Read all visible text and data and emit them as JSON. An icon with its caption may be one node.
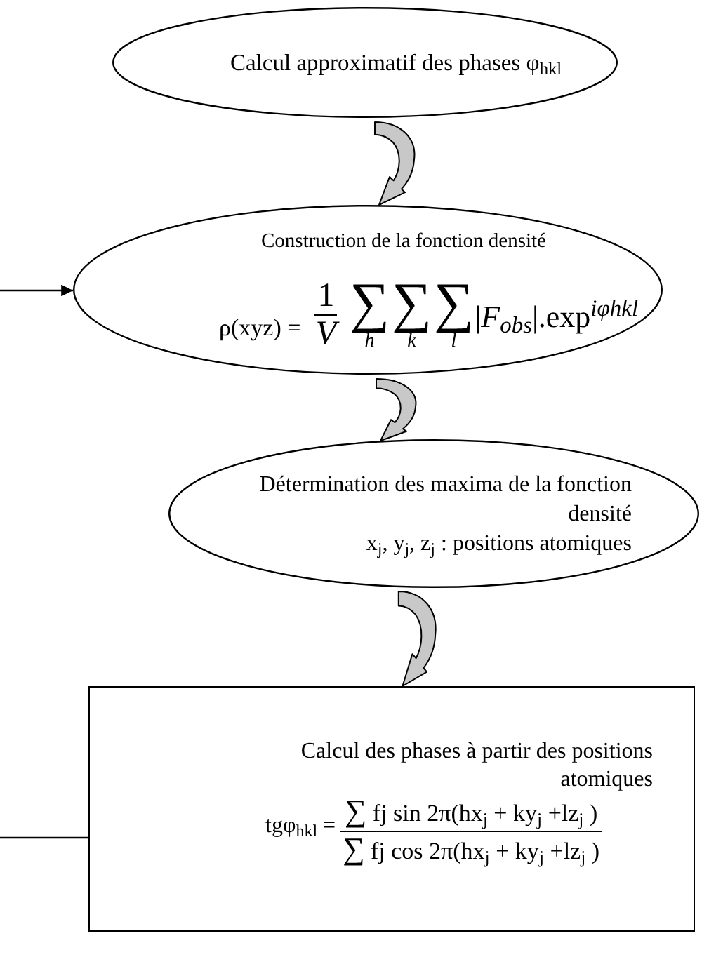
{
  "diagram": {
    "nodes": [
      {
        "text": [
          "Calcul approximatif des phases φ$_{hkl}$"
        ]
      },
      {
        "text": [
          "Construction de la fonction densité",
          "ρ(xyz) =",
          "1",
          "V",
          "∑",
          "h",
          "∑",
          "k",
          "∑",
          "l",
          "|*F*$_{obs}$|.exp$^{iφhkl}$"
        ]
      },
      {
        "text": [
          "Détermination des maxima de la fonction densité",
          "x$_{j}$, y$_{j}$, z$_{j}$ : positions atomiques"
        ]
      },
      {
        "text": [
          "Calcul des phases à partir des positions atomiques",
          "tgφ$_{hkl}$ =",
          "∑ fj sin 2π(hx$_{j}$ + ky$_{j}$ +lz$_{j}$ )",
          "∑ fj cos 2π(hx$_{j}$ + ky$_{j}$ +lz$_{j}$ )"
        ]
      }
    ],
    "edges": [
      {
        "from": 0,
        "to": 1,
        "arrow": "to",
        "style": "thick"
      },
      {
        "from": 1,
        "to": 2,
        "arrow": "to",
        "style": "thick"
      },
      {
        "from": 2,
        "to": 3,
        "arrow": "to",
        "style": "thick"
      },
      {
        "from": null,
        "to": 1,
        "arrow": "to"
      },
      {
        "from": 3,
        "to": null,
        "arrow": "none"
      }
    ]
  }
}
